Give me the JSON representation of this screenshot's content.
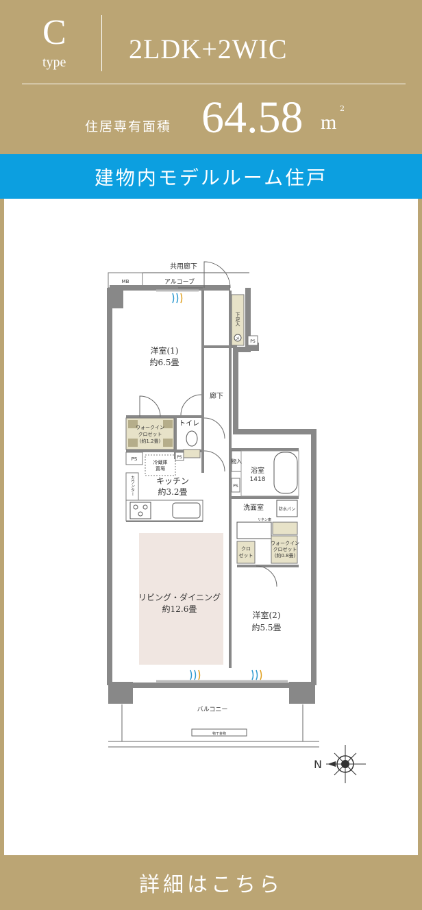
{
  "header": {
    "type_letter": "C",
    "type_word": "type",
    "plan_type": "2LDK+2WIC",
    "area_label": "住居専有面積",
    "area_value": "64.58",
    "area_unit": "m",
    "area_unit_sup": "2"
  },
  "banner": {
    "text": "建物内モデルルーム住戸"
  },
  "floorplan": {
    "corridor": "共用廊下",
    "mb": "MB",
    "alcove": "アルコーブ",
    "shoe_closet": "下足入",
    "meter": "メ",
    "room1_name": "洋室(1)",
    "room1_size": "約6.5畳",
    "hallway": "廊下",
    "wic1_line1": "ウォークイン",
    "wic1_line2": "クロゼット",
    "wic1_line3": "(約1.2畳)",
    "toilet": "トイレ",
    "ps1": "PS",
    "ps2": "PS",
    "ps3": "PS",
    "ps4": "PS",
    "fridge_line1": "冷蔵庫",
    "fridge_line2": "置場",
    "storage": "物入",
    "bath_name": "浴室",
    "bath_size": "1418",
    "counter": "カウンター",
    "kitchen_name": "キッチン",
    "kitchen_size": "約3.2畳",
    "washroom": "洗面室",
    "linen": "リネン庫",
    "washer_pan": "防水パン",
    "wic2_line1": "ウォークイン",
    "wic2_line2": "クロゼット",
    "wic2_line3": "(約0.8畳)",
    "closet_line1": "クロ",
    "closet_line2": "ゼット",
    "living_name": "リビング・ダイニング",
    "living_size": "約12.6畳",
    "room2_name": "洋室(2)",
    "room2_size": "約5.5畳",
    "balcony": "バルコニー",
    "railing": "物干金物",
    "compass_n": "N"
  },
  "footer": {
    "text": "詳細はこちら"
  }
}
